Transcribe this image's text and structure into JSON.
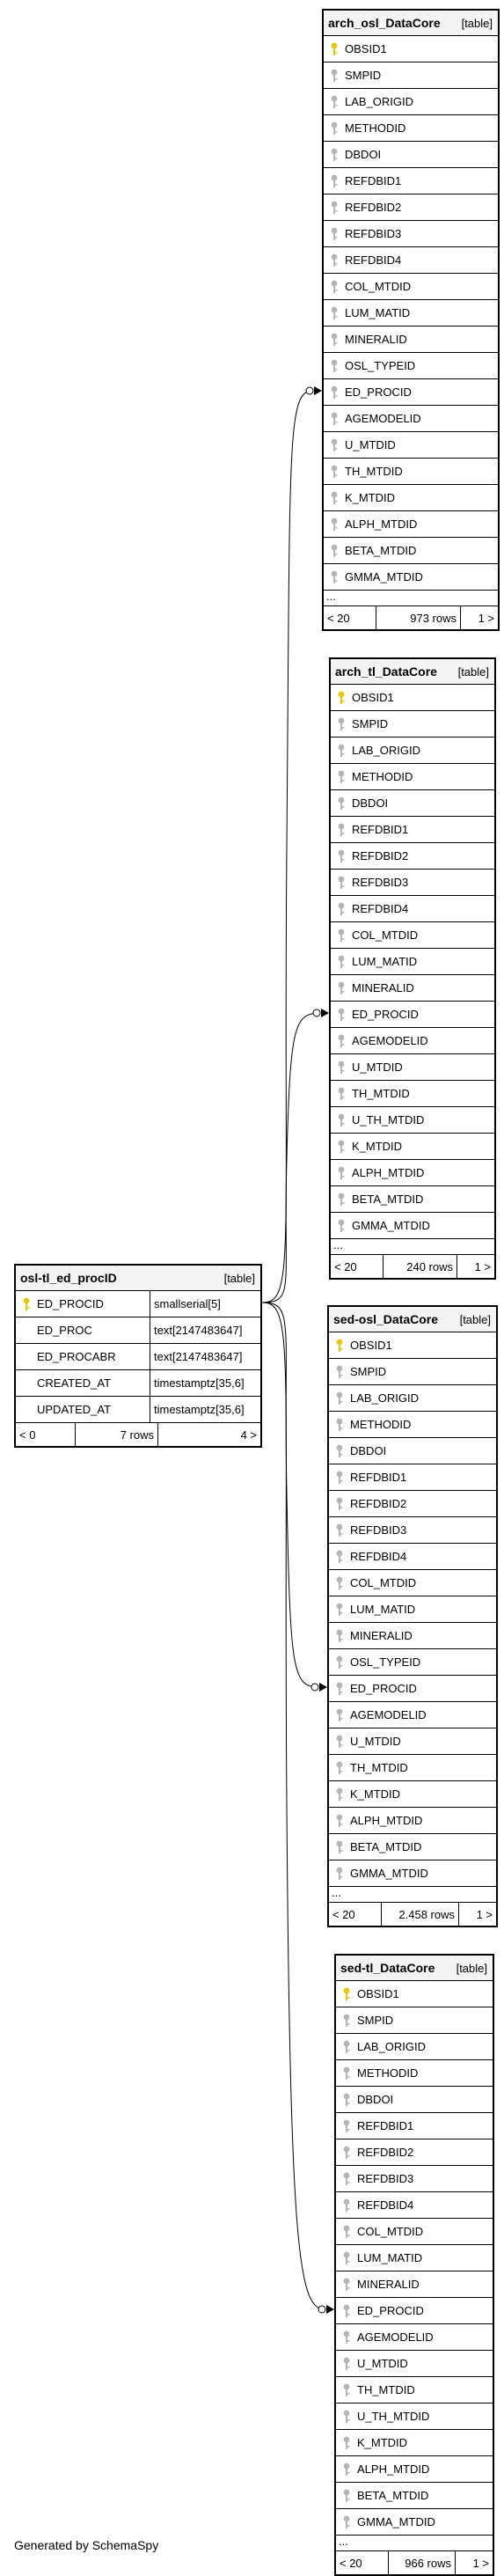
{
  "footer_text": "Generated by SchemaSpy",
  "main_table": {
    "name": "osl-tl_ed_procID",
    "kind": "[table]",
    "columns": [
      {
        "name": "ED_PROCID",
        "type": "smallserial[5]",
        "key": "primary"
      },
      {
        "name": "ED_PROC",
        "type": "text[2147483647]",
        "key": "none"
      },
      {
        "name": "ED_PROCABR",
        "type": "text[2147483647]",
        "key": "none"
      },
      {
        "name": "CREATED_AT",
        "type": "timestamptz[35,6]",
        "key": "none"
      },
      {
        "name": "UPDATED_AT",
        "type": "timestamptz[35,6]",
        "key": "none"
      }
    ],
    "footer": {
      "left": "< 0",
      "rows": "7 rows",
      "right": "4 >"
    }
  },
  "tables": [
    {
      "name": "arch_osl_DataCore",
      "kind": "[table]",
      "columns": [
        "OBSID1",
        "SMPID",
        "LAB_ORIGID",
        "METHODID",
        "DBDOI",
        "REFDBID1",
        "REFDBID2",
        "REFDBID3",
        "REFDBID4",
        "COL_MTDID",
        "LUM_MATID",
        "MINERALID",
        "OSL_TYPEID",
        "ED_PROCID",
        "AGEMODELID",
        "U_MTDID",
        "TH_MTDID",
        "K_MTDID",
        "ALPH_MTDID",
        "BETA_MTDID",
        "GMMA_MTDID"
      ],
      "more": "...",
      "footer": {
        "left": "< 20",
        "rows": "973 rows",
        "right": "1 >"
      }
    },
    {
      "name": "arch_tl_DataCore",
      "kind": "[table]",
      "columns": [
        "OBSID1",
        "SMPID",
        "LAB_ORIGID",
        "METHODID",
        "DBDOI",
        "REFDBID1",
        "REFDBID2",
        "REFDBID3",
        "REFDBID4",
        "COL_MTDID",
        "LUM_MATID",
        "MINERALID",
        "ED_PROCID",
        "AGEMODELID",
        "U_MTDID",
        "TH_MTDID",
        "U_TH_MTDID",
        "K_MTDID",
        "ALPH_MTDID",
        "BETA_MTDID",
        "GMMA_MTDID"
      ],
      "more": "...",
      "footer": {
        "left": "< 20",
        "rows": "240 rows",
        "right": "1 >"
      }
    },
    {
      "name": "sed-osl_DataCore",
      "kind": "[table]",
      "columns": [
        "OBSID1",
        "SMPID",
        "LAB_ORIGID",
        "METHODID",
        "DBDOI",
        "REFDBID1",
        "REFDBID2",
        "REFDBID3",
        "REFDBID4",
        "COL_MTDID",
        "LUM_MATID",
        "MINERALID",
        "OSL_TYPEID",
        "ED_PROCID",
        "AGEMODELID",
        "U_MTDID",
        "TH_MTDID",
        "K_MTDID",
        "ALPH_MTDID",
        "BETA_MTDID",
        "GMMA_MTDID"
      ],
      "more": "...",
      "footer": {
        "left": "< 20",
        "rows": "2.458 rows",
        "right": "1 >"
      }
    },
    {
      "name": "sed-tl_DataCore",
      "kind": "[table]",
      "columns": [
        "OBSID1",
        "SMPID",
        "LAB_ORIGID",
        "METHODID",
        "DBDOI",
        "REFDBID1",
        "REFDBID2",
        "REFDBID3",
        "REFDBID4",
        "COL_MTDID",
        "LUM_MATID",
        "MINERALID",
        "ED_PROCID",
        "AGEMODELID",
        "U_MTDID",
        "TH_MTDID",
        "U_TH_MTDID",
        "K_MTDID",
        "ALPH_MTDID",
        "BETA_MTDID",
        "GMMA_MTDID"
      ],
      "more": "...",
      "footer": {
        "left": "< 20",
        "rows": "966 rows",
        "right": "1 >"
      }
    }
  ],
  "colors": {
    "primary_key": "#e8c800",
    "foreign_key": "#b5b5b5",
    "header_bg": "#f3f3f3"
  },
  "icons": {
    "primary_key": "key-icon",
    "foreign_key": "key-icon"
  }
}
